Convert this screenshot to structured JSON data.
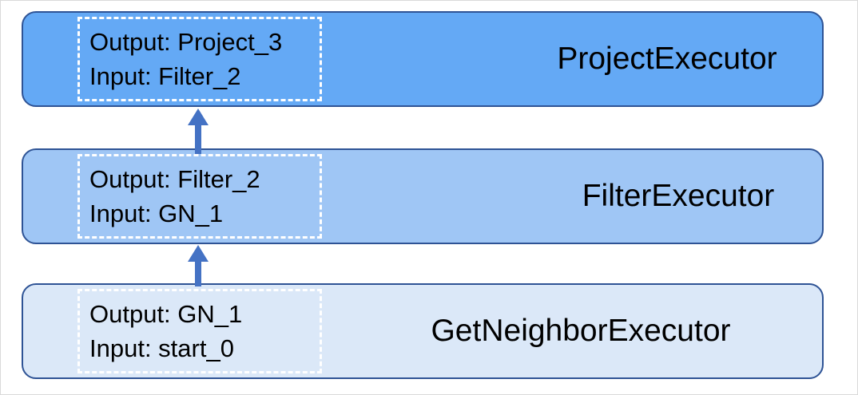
{
  "diagram": {
    "description_colors": {
      "node_border": "#2e5395",
      "arrow": "#4472c4",
      "dashed_border": "#ffffff",
      "text": "#000000",
      "canvas_frame": "#d9d9d9"
    },
    "nodes": [
      {
        "executor": "ProjectExecutor",
        "output": "Output: Project_3",
        "input": "Input: Filter_2",
        "fill": "#64a9f5"
      },
      {
        "executor": "FilterExecutor",
        "output": "Output: Filter_2",
        "input": "Input: GN_1",
        "fill": "#9fc6f5"
      },
      {
        "executor": "GetNeighborExecutor",
        "output": "Output: GN_1",
        "input": "Input: start_0",
        "fill": "#dbe8f8"
      }
    ],
    "edges": [
      {
        "from": "FilterExecutor",
        "to": "ProjectExecutor"
      },
      {
        "from": "GetNeighborExecutor",
        "to": "FilterExecutor"
      }
    ],
    "arrow_color": "#4472c4"
  }
}
